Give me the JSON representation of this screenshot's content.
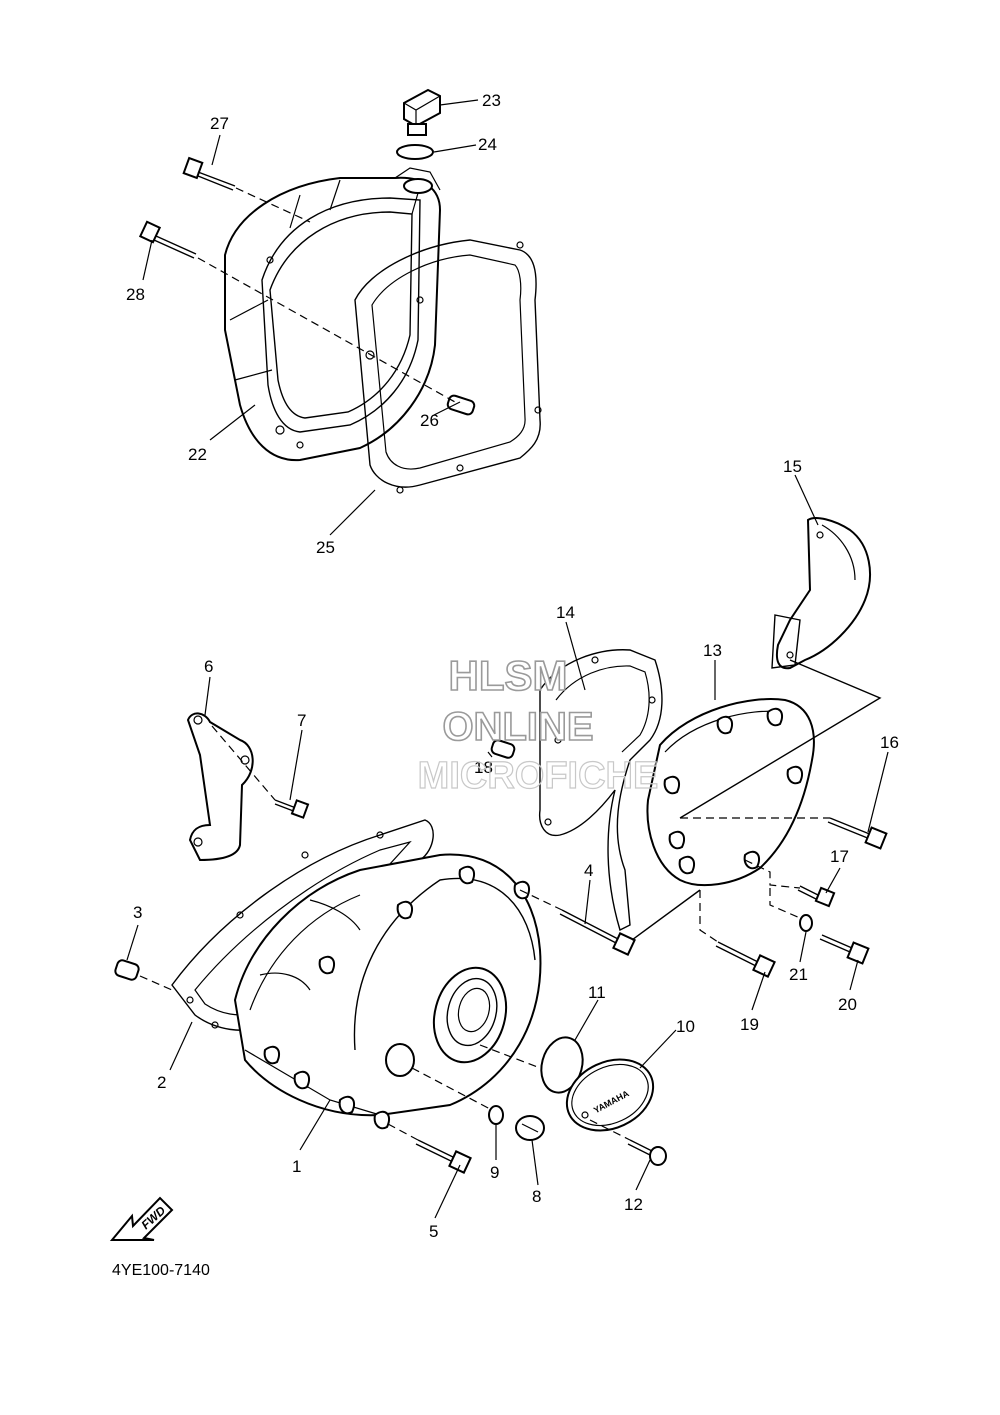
{
  "diagram": {
    "diagram_code": "4YE100-7140",
    "watermark": [
      "HLSM",
      "ONLINE",
      "MICROFICHE"
    ],
    "forward_label": "FWD",
    "emblem_text": "YAMAHA",
    "callouts": [
      {
        "id": "1",
        "label": "1"
      },
      {
        "id": "2",
        "label": "2"
      },
      {
        "id": "3",
        "label": "3"
      },
      {
        "id": "4",
        "label": "4"
      },
      {
        "id": "5",
        "label": "5"
      },
      {
        "id": "6",
        "label": "6"
      },
      {
        "id": "7",
        "label": "7"
      },
      {
        "id": "8",
        "label": "8"
      },
      {
        "id": "9",
        "label": "9"
      },
      {
        "id": "10",
        "label": "10"
      },
      {
        "id": "11",
        "label": "11"
      },
      {
        "id": "12",
        "label": "12"
      },
      {
        "id": "13",
        "label": "13"
      },
      {
        "id": "14",
        "label": "14"
      },
      {
        "id": "15",
        "label": "15"
      },
      {
        "id": "16",
        "label": "16"
      },
      {
        "id": "17",
        "label": "17"
      },
      {
        "id": "18",
        "label": "18"
      },
      {
        "id": "19",
        "label": "19"
      },
      {
        "id": "20",
        "label": "20"
      },
      {
        "id": "21",
        "label": "21"
      },
      {
        "id": "22",
        "label": "22"
      },
      {
        "id": "23",
        "label": "23"
      },
      {
        "id": "24",
        "label": "24"
      },
      {
        "id": "25",
        "label": "25"
      },
      {
        "id": "26",
        "label": "26"
      },
      {
        "id": "27",
        "label": "27"
      },
      {
        "id": "28",
        "label": "28"
      }
    ]
  }
}
